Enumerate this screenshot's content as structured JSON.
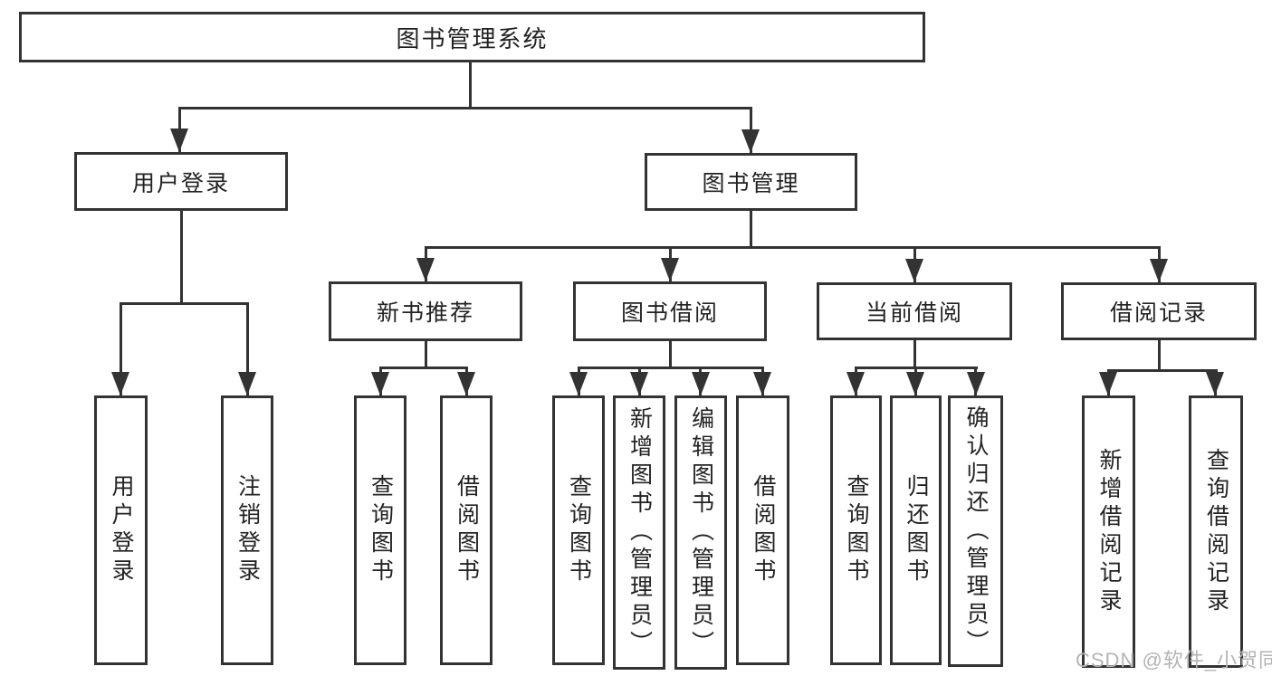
{
  "diagram": {
    "title": "图书管理系统",
    "level2": [
      "用户登录",
      "图书管理"
    ],
    "level3": [
      "新书推荐",
      "图书借阅",
      "当前借阅",
      "借阅记录"
    ],
    "leaves": {
      "login": [
        "用户登录",
        "注销登录"
      ],
      "recommend": [
        "查询图书",
        "借阅图书"
      ],
      "borrow": [
        "查询图书",
        "新增图书（管理员）",
        "编辑图书（管理员）",
        "借阅图书"
      ],
      "current": [
        "查询图书",
        "归还图书",
        "确认归还（管理员）"
      ],
      "records": [
        "新增借阅记录",
        "查询借阅记录"
      ]
    }
  },
  "watermark": {
    "text": "CSDN @软件_小贺同学",
    "color": "#b4b4b4"
  },
  "colors": {
    "line": "#333333",
    "text": "#222222",
    "background": "#ffffff"
  }
}
